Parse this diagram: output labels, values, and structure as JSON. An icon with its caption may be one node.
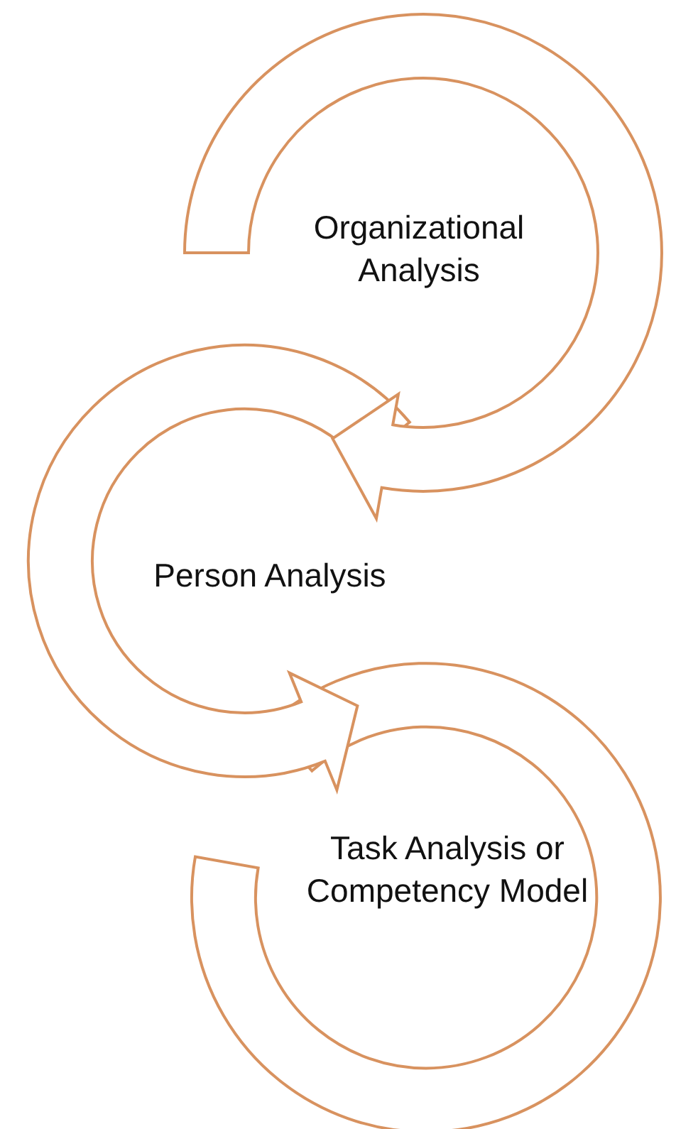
{
  "diagram": {
    "nodes": [
      {
        "text": [
          "Organizational Analysis"
        ]
      },
      {
        "text": [
          "Person Analysis"
        ]
      },
      {
        "text": [
          "Task Analysis or Competency Model"
        ]
      }
    ]
  }
}
